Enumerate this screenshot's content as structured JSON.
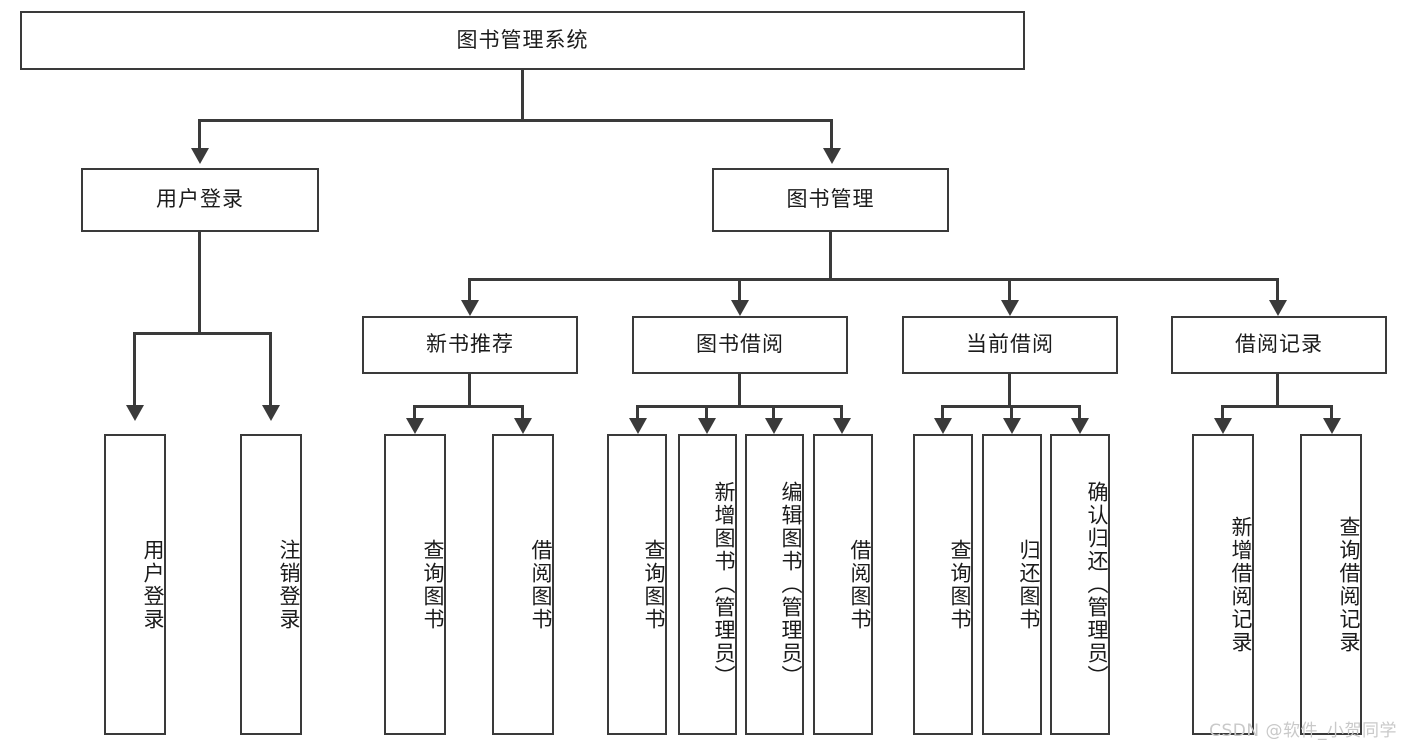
{
  "diagram": {
    "title": "图书管理系统",
    "type": "tree",
    "watermark": "CSDN @软件_小贺同学",
    "colors": {
      "line": "#3a3a3a",
      "box_fill": "#ffffff",
      "text": "#1b1b1b",
      "watermark": "#c9c9c9"
    },
    "root": {
      "label": "图书管理系统"
    },
    "level1": [
      {
        "label": "用户登录"
      },
      {
        "label": "图书管理"
      }
    ],
    "level2": [
      {
        "label": "新书推荐"
      },
      {
        "label": "图书借阅"
      },
      {
        "label": "当前借阅"
      },
      {
        "label": "借阅记录"
      }
    ],
    "leaves": {
      "user_login": [
        {
          "label": "用户登录"
        },
        {
          "label": "注销登录"
        }
      ],
      "new_book_recommend": [
        {
          "label": "查询图书"
        },
        {
          "label": "借阅图书"
        }
      ],
      "book_borrow": [
        {
          "label": "查询图书"
        },
        {
          "label": "新增图书（管理员）"
        },
        {
          "label": "编辑图书（管理员）"
        },
        {
          "label": "借阅图书"
        }
      ],
      "current_borrow": [
        {
          "label": "查询图书"
        },
        {
          "label": "归还图书"
        },
        {
          "label": "确认归还（管理员）"
        }
      ],
      "borrow_record": [
        {
          "label": "新增借阅记录"
        },
        {
          "label": "查询借阅记录"
        }
      ]
    }
  }
}
